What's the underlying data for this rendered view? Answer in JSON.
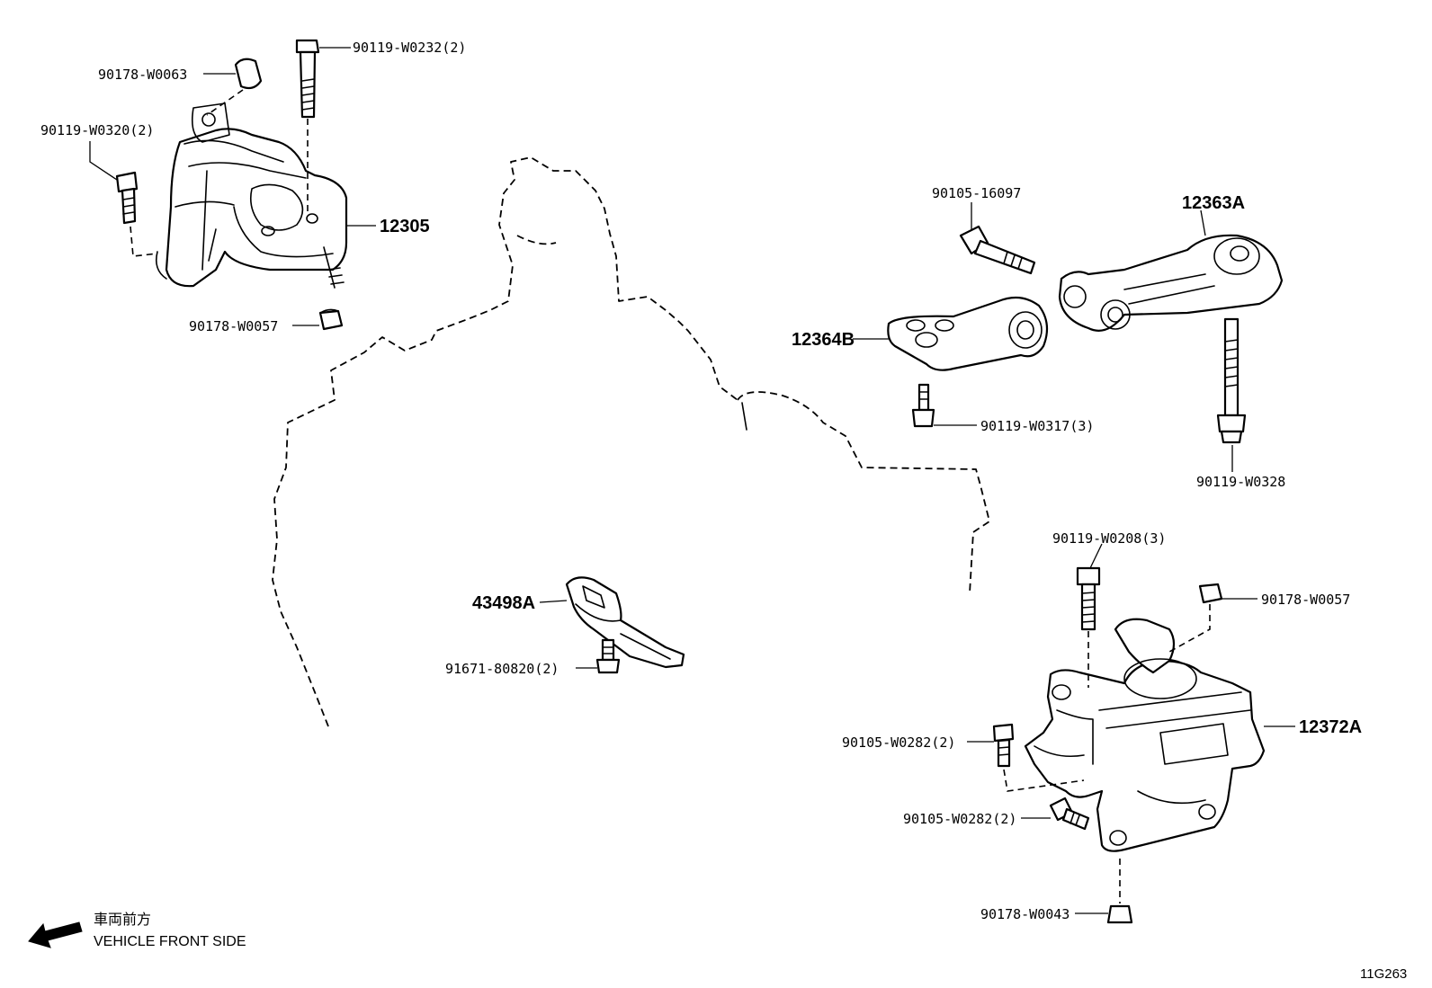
{
  "labels": {
    "p_90119_W0232": "90119-W0232(2)",
    "p_90178_W0063": "90178-W0063",
    "p_90119_W0320": "90119-W0320(2)",
    "p_12305": "12305",
    "p_90178_W0057_top": "90178-W0057",
    "p_90105_16097": "90105-16097",
    "p_12363A": "12363A",
    "p_12364B": "12364B",
    "p_90119_W0317": "90119-W0317(3)",
    "p_90119_W0328": "90119-W0328",
    "p_90119_W0208": "90119-W0208(3)",
    "p_90178_W0057_right": "90178-W0057",
    "p_43498A": "43498A",
    "p_91671_80820": "91671-80820(2)",
    "p_90105_W0282_a": "90105-W0282(2)",
    "p_12372A": "12372A",
    "p_90105_W0282_b": "90105-W0282(2)",
    "p_90178_W0043": "90178-W0043"
  },
  "direction": {
    "japanese": "車両前方",
    "english": "VEHICLE FRONT SIDE",
    "arrow_icon": "arrow-left-icon"
  },
  "figure_code": "11G263"
}
